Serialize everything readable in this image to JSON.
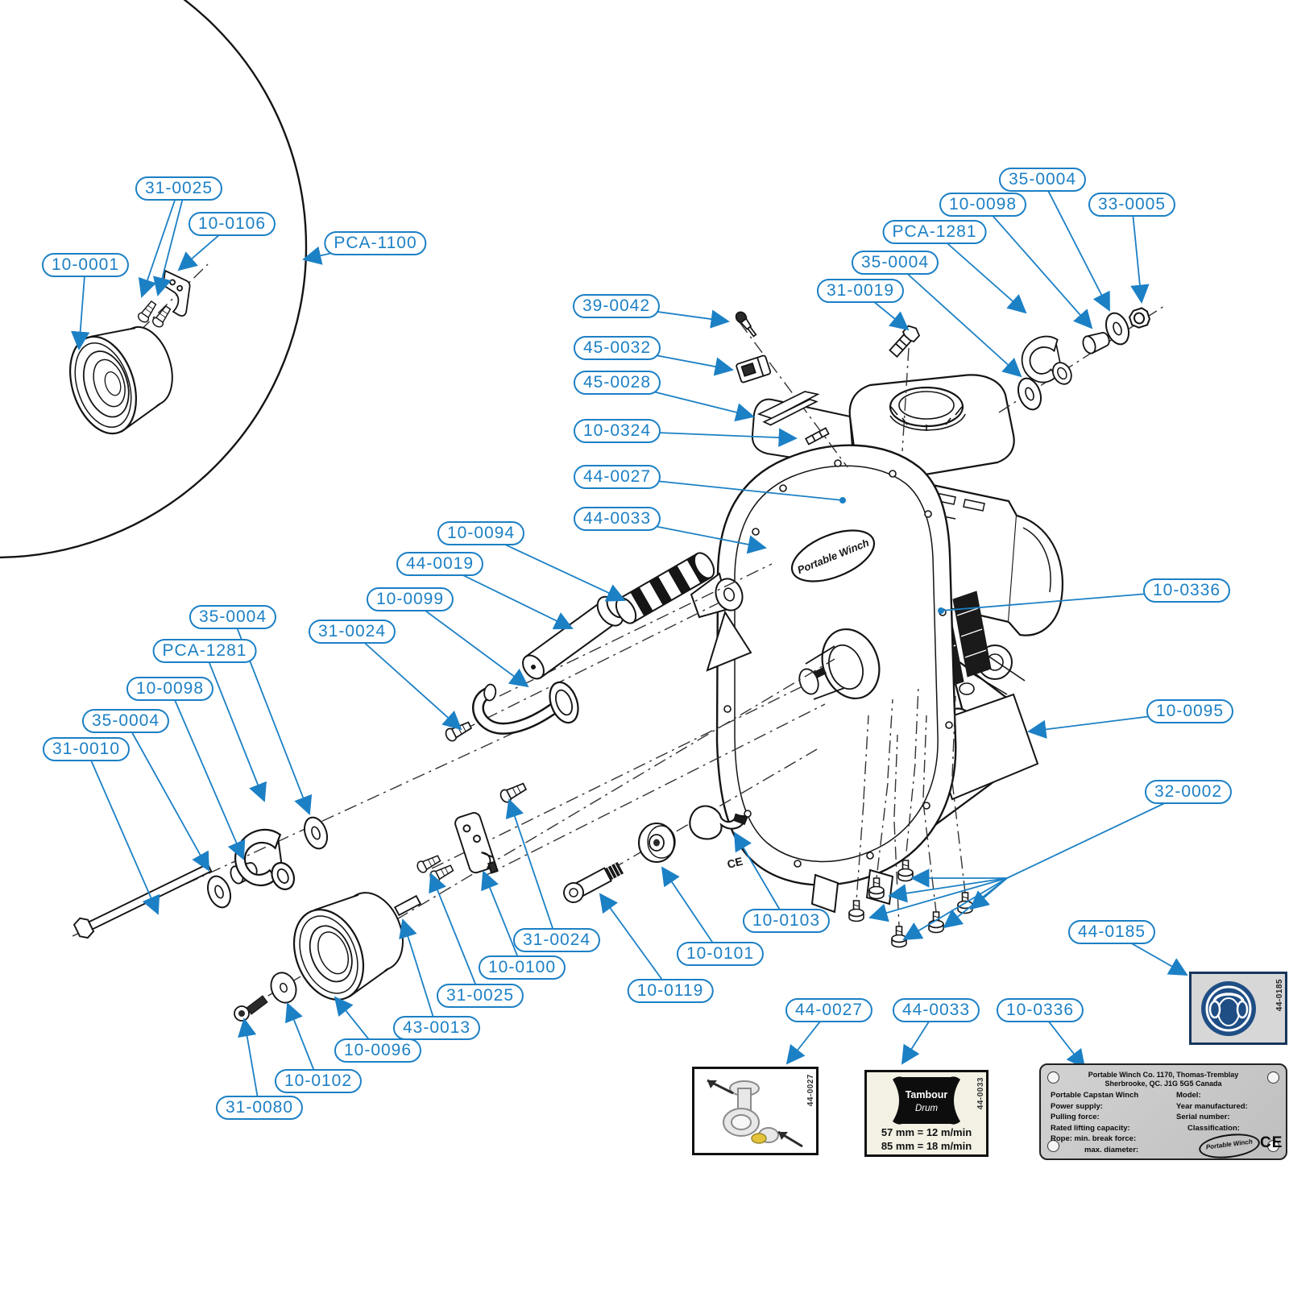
{
  "colors": {
    "leader_blue": "#1c80c5",
    "line_black": "#141414",
    "sticker_cream": "#f3f1e4",
    "plate_gray": "#c9c9c9",
    "icon_blue": "#1f4e85",
    "sticker_gray": "#d7d7d7"
  },
  "callouts": [
    {
      "code": "31-0025"
    },
    {
      "code": "10-0106"
    },
    {
      "code": "10-0001"
    },
    {
      "code": "PCA-1100"
    },
    {
      "code": "35-0004"
    },
    {
      "code": "10-0098"
    },
    {
      "code": "33-0005"
    },
    {
      "code": "PCA-1281"
    },
    {
      "code": "35-0004"
    },
    {
      "code": "31-0019"
    },
    {
      "code": "39-0042"
    },
    {
      "code": "45-0032"
    },
    {
      "code": "45-0028"
    },
    {
      "code": "10-0324"
    },
    {
      "code": "44-0027"
    },
    {
      "code": "44-0033"
    },
    {
      "code": "10-0094"
    },
    {
      "code": "44-0019"
    },
    {
      "code": "10-0099"
    },
    {
      "code": "31-0024"
    },
    {
      "code": "35-0004"
    },
    {
      "code": "PCA-1281"
    },
    {
      "code": "10-0098"
    },
    {
      "code": "35-0004"
    },
    {
      "code": "31-0010"
    },
    {
      "code": "10-0336"
    },
    {
      "code": "10-0095"
    },
    {
      "code": "32-0002"
    },
    {
      "code": "10-0103"
    },
    {
      "code": "10-0101"
    },
    {
      "code": "10-0119"
    },
    {
      "code": "31-0024"
    },
    {
      "code": "10-0100"
    },
    {
      "code": "31-0025"
    },
    {
      "code": "43-0013"
    },
    {
      "code": "10-0096"
    },
    {
      "code": "10-0102"
    },
    {
      "code": "31-0080"
    },
    {
      "code": "44-0185"
    },
    {
      "code": "44-0027"
    },
    {
      "code": "44-0033"
    },
    {
      "code": "10-0336"
    }
  ],
  "engine": {
    "logo": "Portable Winch",
    "ce_mark": "CE"
  },
  "stickers": {
    "rope": {
      "code": "44-0027"
    },
    "drum": {
      "code": "44-0033",
      "title_fr": "Tambour",
      "title_en": "Drum",
      "line1": "57 mm = 12 m/min",
      "line2": "85 mm = 18 m/min"
    },
    "ear": {
      "code": "44-0185"
    },
    "nameplate": {
      "header_line1": "Portable Winch Co. 1170, Thomas-Tremblay",
      "header_line2": "Sherbrooke, QC. J1G 5G5 Canada",
      "left_rows": [
        "Portable Capstan Winch",
        "Power supply:",
        "Pulling force:",
        "Rated lifting capacity:",
        "Rope: min. break force:",
        "max. diameter:"
      ],
      "right_rows": [
        "Model:",
        "Year manufactured:",
        "Serial number:",
        "Classification:"
      ],
      "logo": "Portable Winch",
      "ce_mark": "CE"
    }
  }
}
